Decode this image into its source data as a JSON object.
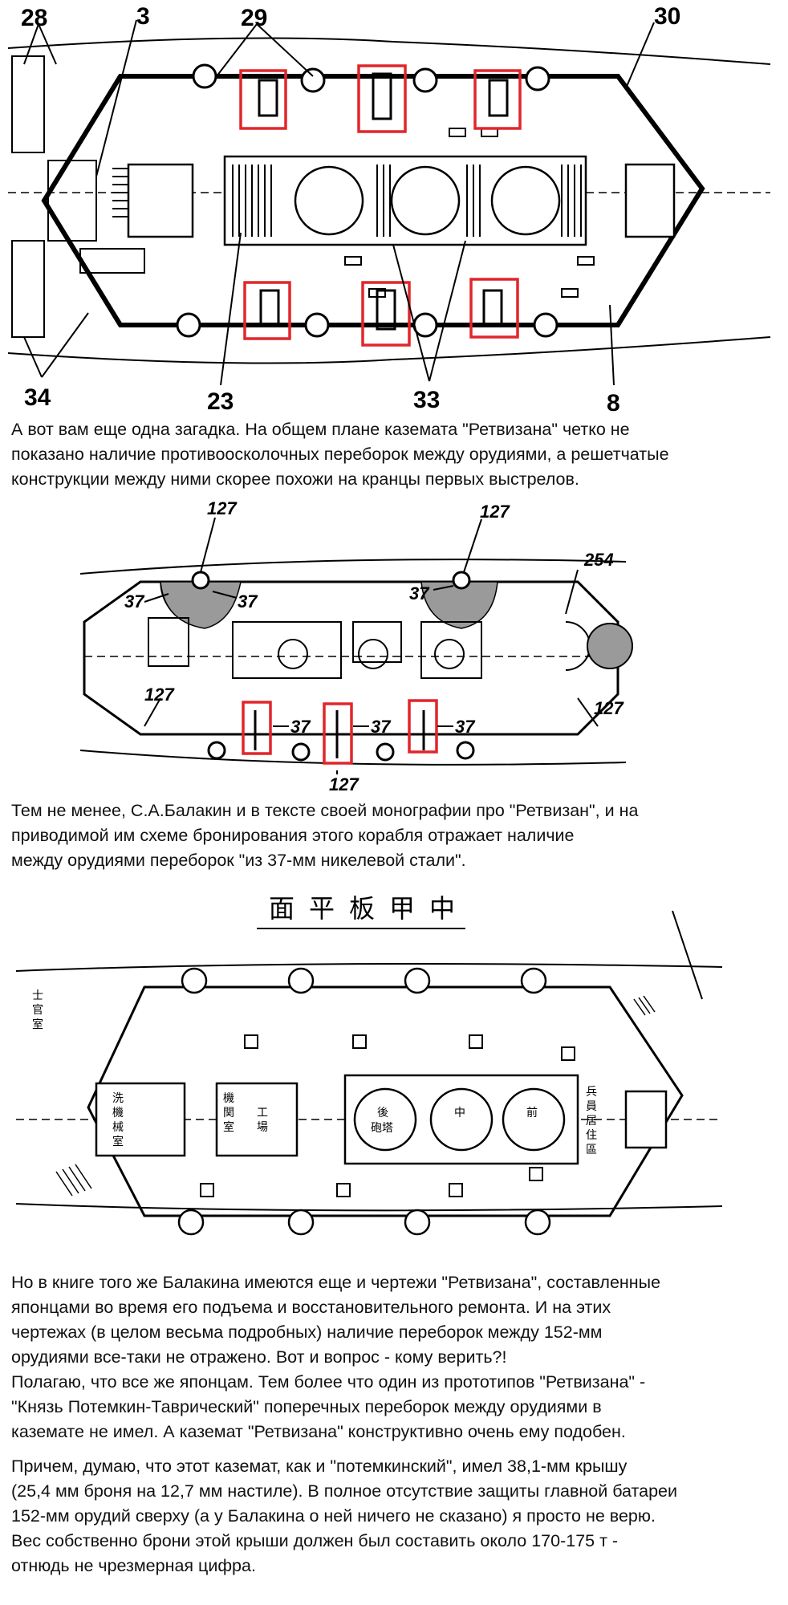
{
  "figure1": {
    "callouts": [
      "28",
      "3",
      "29",
      "30",
      "34",
      "23",
      "33",
      "8"
    ]
  },
  "paragraph1": [
    "А вот вам еще одна загадка. На общем плане каземата \"Ретвизана\" четко не",
    "показано наличие противоосколочных переборок между орудиями, а решетчатые",
    "конструкции между ними скорее похожи на кранцы первых выстрелов."
  ],
  "figure2": {
    "callouts": [
      "127",
      "127",
      "37",
      "37",
      "37",
      "254",
      "127",
      "127",
      "37",
      "37",
      "37",
      "127"
    ]
  },
  "paragraph2": [
    "Тем не менее, С.А.Балакин и в тексте своей монографии про \"Ретвизан\", и на",
    "приводимой им схеме бронирования этого корабля отражает наличие",
    "между орудиями переборок \"из 37-мм никелевой стали\"."
  ],
  "figure3": {
    "title": "面平板甲中",
    "labels": [
      "後",
      "中",
      "前",
      "砲塔",
      "機",
      "関",
      "室",
      "工",
      "場",
      "洗",
      "機",
      "械",
      "室",
      "兵",
      "員",
      "居",
      "住",
      "區",
      "士",
      "官",
      "室"
    ]
  },
  "paragraph3": [
    "Но в книге того же Балакина имеются еще и чертежи \"Ретвизана\", составленные",
    "японцами во время его подъема и восстановительного ремонта. И на этих",
    "чертежах (в целом весьма подробных) наличие переборок между 152-мм",
    "орудиями все-таки не отражено. Вот и вопрос - кому верить?!",
    "Полагаю, что все же японцам. Тем более что один из прототипов \"Ретвизана\" -",
    "\"Князь Потемкин-Таврический\" поперечных переборок между орудиями в",
    "каземате не имел. А каземат \"Ретвизана\" конструктивно очень ему подобен."
  ],
  "paragraph4": [
    "Причем, думаю, что этот каземат, как и \"потемкинский\", имел 38,1-мм крышу",
    "(25,4 мм броня на 12,7 мм настиле). В полное отсутствие защиты главной батареи",
    "152-мм орудий сверху (а у Балакина о ней ничего не сказано) я просто не верю.",
    "Вес собственно брони этой крыши должен был составить около 170-175 т -",
    "отнюдь не чрезмерная цифра."
  ],
  "colors": {
    "highlight": "#e0262b",
    "ink": "#000000",
    "shade": "#9a9a9a"
  }
}
